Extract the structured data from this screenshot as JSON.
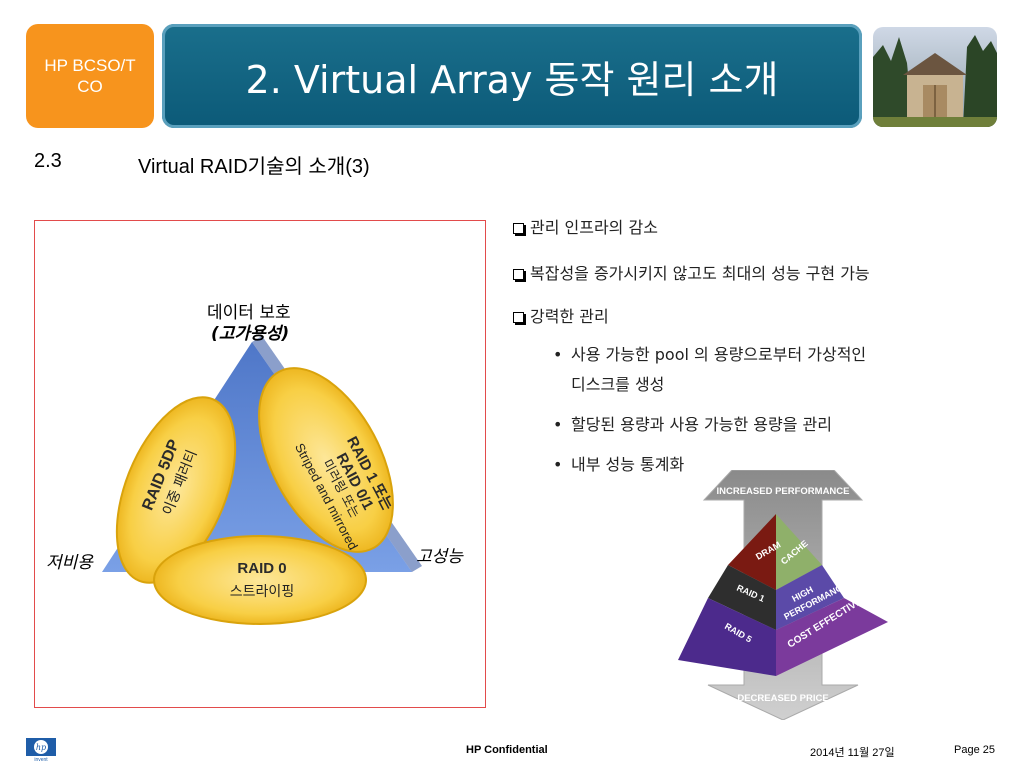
{
  "header": {
    "brand_box": "HP BCSO/TCO",
    "title": "2. Virtual Array 동작 원리 소개"
  },
  "section": {
    "number": "2.3",
    "heading": "Virtual RAID기술의 소개(3)"
  },
  "diagram": {
    "top_label_1": "데이터 보호",
    "top_label_2": "(고가용성)",
    "left_label": "저비용",
    "right_label": "고성능",
    "petal_left": {
      "title": "RAID 5DP",
      "sub": "이중 패러티"
    },
    "petal_right": {
      "title_1": "RAID 1 또는",
      "title_2": "RAID 0/1",
      "sub_1": "미러링 또는",
      "sub_2": "Striped and mirrored"
    },
    "petal_bottom": {
      "title": "RAID 0",
      "sub": "스트라이핑"
    }
  },
  "bullets": [
    "관리 인프라의 감소",
    "복잡성을 증가시키지 않고도 최대의 성능 구현 가능",
    "강력한 관리"
  ],
  "sub_bullets": [
    "사용 가능한 pool 의 용량으로부터 가상적인",
    "디스크를 생성",
    "할당된 용량과 사용 가능한 용량을 관리",
    "내부 성능 통계화"
  ],
  "pyramid": {
    "top_arrow": "INCREASED PERFORMANCE",
    "bottom_arrow": "DECREASED PRICE",
    "dram": "DRAM",
    "cache": "CACHE",
    "raid1": "RAID 1",
    "high_perf_1": "HIGH",
    "high_perf_2": "PERFORMANCE",
    "raid5": "RAID 5",
    "cost": "COST EFFECTIVE"
  },
  "footer": {
    "confidential": "HP Confidential",
    "date": "2014년 11월 27일",
    "page": "Page 25",
    "logo_text": "invent"
  },
  "colors": {
    "orange": "#f7941d",
    "title_blue": "#0f5f7f",
    "petal_yellow": "#f6c21c",
    "triangle_blue": "#5e86d6"
  }
}
